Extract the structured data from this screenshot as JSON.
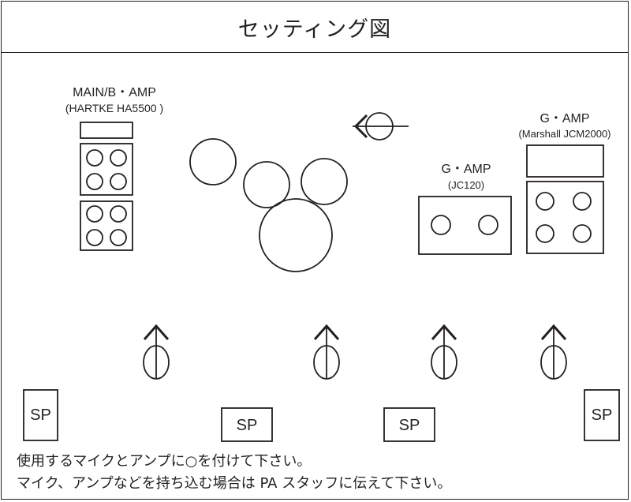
{
  "title": "セッティング図",
  "main_amp": {
    "label": "MAIN/B・AMP",
    "model": "(HARTKE HA5500 )"
  },
  "guitar_amp_jc": {
    "label": "G・AMP",
    "model": "(JC120)"
  },
  "guitar_amp_marshall": {
    "label": "G・AMP",
    "model": "(Marshall JCM2000)"
  },
  "speakers": [
    "SP",
    "SP",
    "SP",
    "SP"
  ],
  "notes": [
    "使用するマイクとアンプに○を付けて下さい。",
    "マイク、アンプなどを持ち込む場合は PA スタッフに伝えて下さい。"
  ]
}
